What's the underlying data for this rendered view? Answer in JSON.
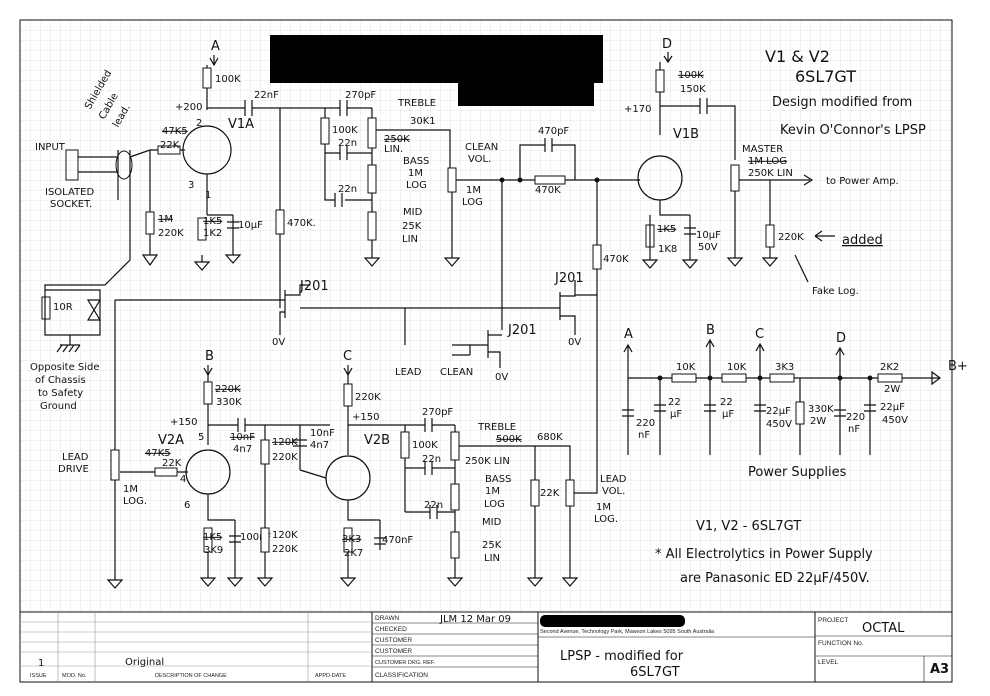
{
  "header": {
    "v1v2_title": "V1 & V2",
    "tube_type": "6SL7GT",
    "design_note_1": "Design modified from",
    "design_note_2": "Kevin O'Connor's LPSP"
  },
  "nodes": {
    "A": "A",
    "B": "B",
    "C": "C",
    "D": "D",
    "Bplus": "B+"
  },
  "inputs": {
    "input_label": "INPUT",
    "isolated_socket_1": "ISOLATED",
    "isolated_socket_2": "SOCKET.",
    "shielded_1": "Shielded",
    "shielded_2": "Cable",
    "shielded_3": "lead.",
    "chassis_1": "Opposite Side",
    "chassis_2": "of Chassis",
    "chassis_3": "to Safety",
    "chassis_4": "Ground"
  },
  "v1a": {
    "tube": "V1A",
    "plate_res": "100K",
    "voltage": "+200",
    "coupling_cap": "22nF",
    "grid_res_old": "47K5",
    "grid_res": "22K",
    "grid_leak_old": "1M",
    "grid_leak": "220K",
    "cathode_res_old": "1K5",
    "cathode_res": "1K2",
    "cathode_cap": "10µF",
    "load_res": "470K.",
    "pin2": "2",
    "pin3": "3",
    "pin1": "1"
  },
  "clean_channel": {
    "treble_cap": "270pF",
    "treble_label": "TREBLE",
    "treble_pot_old": "250K",
    "treble_pot": "30K1",
    "tone_res": "100K",
    "cap_22n_1": "22n",
    "cap_22n_2": "22n",
    "lin": "LIN.",
    "bass_label": "BASS",
    "bass_pot": "1M",
    "bass_taper": "LOG",
    "mid_label": "MID",
    "mid_pot": "25K",
    "mid_taper": "LIN",
    "clean_vol_1": "CLEAN",
    "clean_vol_2": "VOL.",
    "clean_vol_pot": "1M",
    "clean_vol_taper": "LOG",
    "bright_cap": "470pF",
    "mix_res": "470K"
  },
  "v1b": {
    "tube": "V1B",
    "plate_res_old": "100K",
    "plate_res": "150K",
    "voltage": "+170",
    "cathode_res_old": "1K5",
    "cathode_res": "1K8",
    "cathode_cap": "10µF",
    "cathode_cap_v": "50V",
    "master_label": "MASTER",
    "master_old": "1M LOG",
    "master": "250K LIN",
    "to_power_amp": "to Power Amp.",
    "added_res": "220K",
    "added_note": "added",
    "fake_log": "Fake Log."
  },
  "switching": {
    "j201_1": "J201",
    "j201_2": "J201",
    "j201_3": "J201",
    "ov_1": "0V",
    "ov_2": "0V",
    "ov_3": "0V",
    "lead": "LEAD",
    "clean": "CLEAN",
    "res_470k": "470K"
  },
  "lead_channel": {
    "v2a": "V2A",
    "v2a_plate_old": "220K",
    "v2a_plate": "330K",
    "v2a_voltage": "+150",
    "v2a_grid_old": "47K5",
    "v2a_grid": "22K",
    "lead_drive_1": "LEAD",
    "lead_drive_2": "DRIVE",
    "lead_drive_pot": "1M",
    "lead_drive_taper": "LOG.",
    "pin5": "5",
    "pin4": "4",
    "pin6": "6",
    "v2a_cathode_old": "1K5",
    "v2a_cathode": "3K9",
    "v2a_cathode_cap": "100nF",
    "coupling_old": "10nF",
    "coupling": "4n7",
    "res_old_120k": "120K",
    "res_220k": "220K",
    "cap_10nf_2": "10nF",
    "cap_4n7_2": "4n7",
    "res_120k_lower": "120K",
    "res_220k_lower": "220K",
    "v2b": "V2B",
    "v2b_plate": "220K",
    "v2b_voltage": "+150",
    "v2b_cathode_old": "3K3",
    "v2b_cathode": "2K7",
    "v2b_cathode_cap": "470nF",
    "treble_cap": "270pF",
    "treble_label": "TREBLE",
    "treble_pot_old": "500K",
    "treble_pot": "250K LIN",
    "res_100k": "100K",
    "cap_22n_1": "22n",
    "cap_22n_2": "22n",
    "bass_label": "BASS",
    "bass_pot": "1M",
    "bass_taper": "LOG",
    "mid_label": "MID",
    "mid_pot": "25K",
    "mid_taper": "LIN",
    "res_680k": "680K",
    "res_22k": "22K",
    "lead_vol_1": "LEAD",
    "lead_vol_2": "VOL.",
    "lead_vol_pot": "1M",
    "lead_vol_taper": "LOG."
  },
  "power_supply": {
    "r1": "10K",
    "r2": "10K",
    "r3": "3K3",
    "r4": "2K2",
    "r4_w": "2W",
    "c1": "220",
    "c1_u": "nF",
    "c2": "22",
    "c2_u": "µF",
    "c3": "22",
    "c3_u": "µF",
    "c4": "22µF",
    "c4_u": "450V",
    "r5": "330K",
    "r5_w": "2W",
    "c5": "220",
    "c5_u": "nF",
    "c6": "22µF",
    "c6_u": "450V",
    "title": "Power Supplies"
  },
  "notes": {
    "tubes": "V1, V2 - 6SL7GT",
    "electrolytics_1": "* All Electrolytics in Power Supply",
    "electrolytics_2": "are Panasonic ED 22µF/450V."
  },
  "title_block": {
    "drawn_label": "DRAWN",
    "drawn_value": "JLM 12 Mar 09",
    "checked_label": "CHECKED",
    "customer_label": "CUSTOMER",
    "customer2_label": "CUSTOMER",
    "customer_ref_label": "CUSTOMER DRG. REF.",
    "classification_label": "CLASSIFICATION",
    "address": "Second Avenue, Technology Park, Mawson Lakes 5095 South Australia",
    "description_1": "LPSP - modified for",
    "description_2": "6SL7GT",
    "project_label": "PROJECT",
    "project_value": "OCTAL",
    "function_label": "FUNCTION No.",
    "level_label": "LEVEL",
    "sheet_size": "A3",
    "issue_label": "ISSUE",
    "mod_label": "MOD. No.",
    "desc_label": "DESCRIPTION OF CHANGE",
    "appd_label": "APPD-DATE",
    "issue_value": "1",
    "change_value": "Original"
  }
}
